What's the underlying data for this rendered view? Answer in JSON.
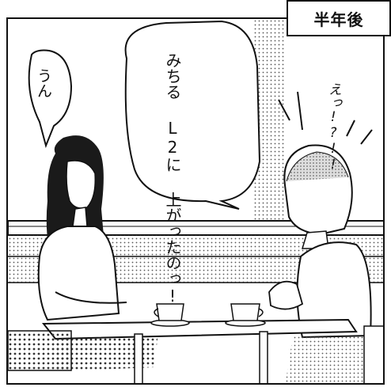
{
  "caption": "半年後",
  "speech": {
    "left_bubble": "うん",
    "center_bubble": [
      "みちる",
      "L2に",
      "上がったのっ!"
    ]
  },
  "sfx": "えっ!?!!"
}
